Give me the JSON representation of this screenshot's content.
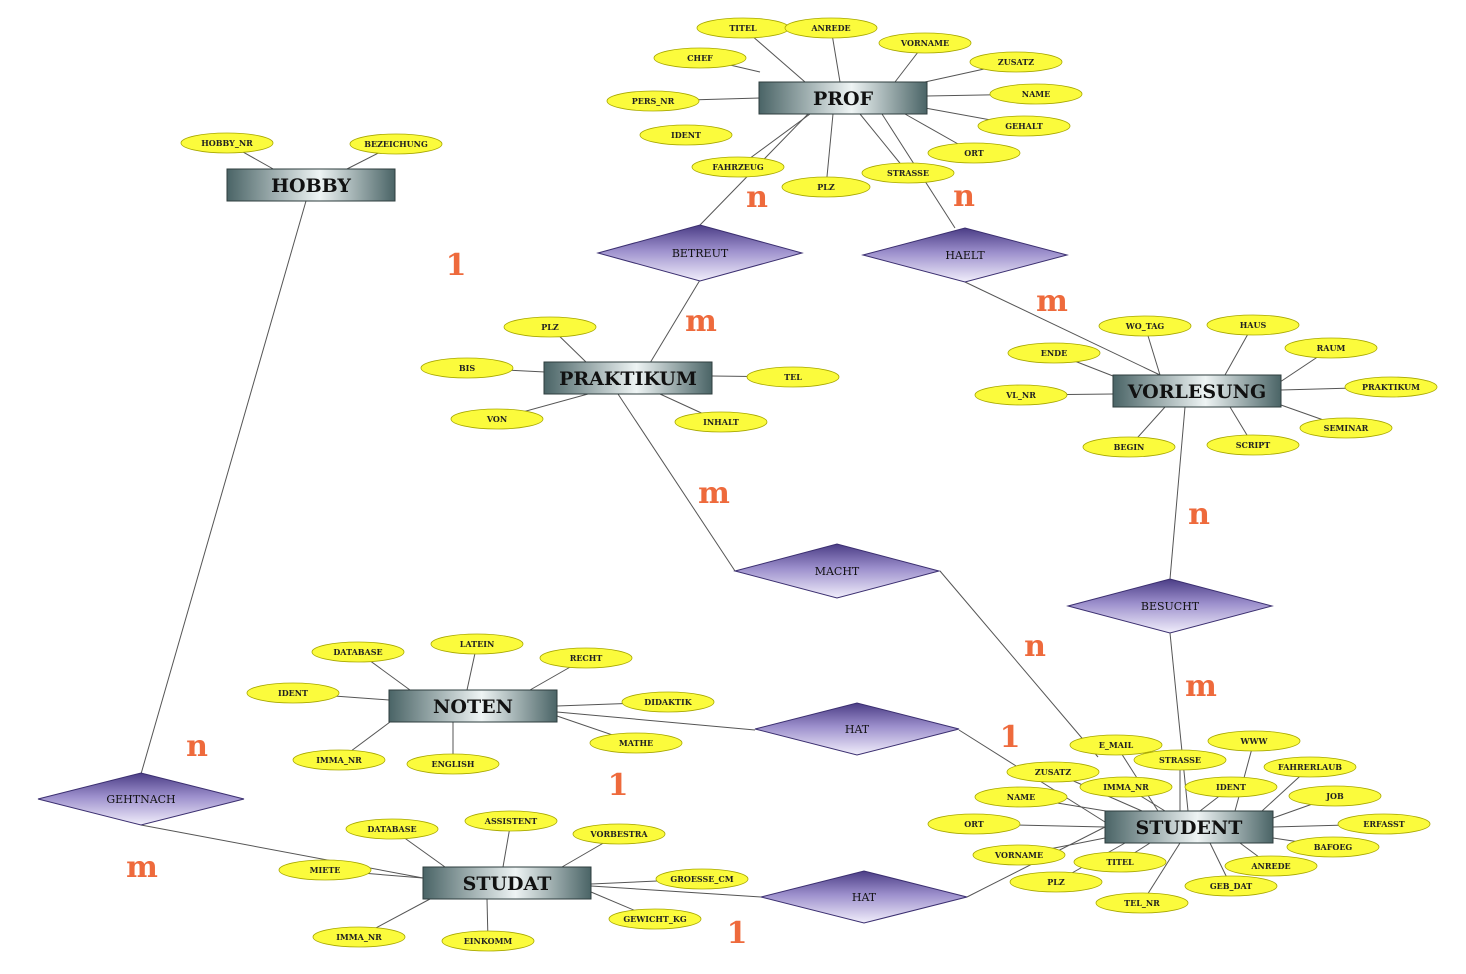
{
  "entities": {
    "prof": "PROF",
    "hobby": "HOBBY",
    "praktikum": "PRAKTIKUM",
    "vorlesung": "VORLESUNG",
    "noten": "NOTEN",
    "student": "STUDENT",
    "studat": "STUDAT"
  },
  "relationships": {
    "betreut": "BETREUT",
    "haelt": "HAELT",
    "macht": "MACHT",
    "besucht": "BESUCHT",
    "hat_noten": "HAT",
    "gehtnach": "GEHTNACH",
    "hat_studat": "HAT"
  },
  "attributes": {
    "prof": [
      "TITEL",
      "ANREDE",
      "VORNAME",
      "CHEF",
      "ZUSATZ",
      "PERS_NR",
      "NAME",
      "IDENT",
      "GEHALT",
      "ORT",
      "FAHRZEUG",
      "STRASSE",
      "PLZ"
    ],
    "hobby": [
      "HOBBY_NR",
      "BEZEICHUNG"
    ],
    "praktikum": [
      "PLZ",
      "BIS",
      "TEL",
      "VON",
      "INHALT"
    ],
    "vorlesung": [
      "WO_TAG",
      "HAUS",
      "ENDE",
      "RAUM",
      "PRAKTIKUM",
      "VL_NR",
      "SEMINAR",
      "BEGIN",
      "SCRIPT"
    ],
    "noten": [
      "LATEIN",
      "DATABASE",
      "RECHT",
      "IDENT",
      "DIDAKTIK",
      "MATHE",
      "IMMA_NR",
      "ENGLISH"
    ],
    "studat": [
      "ASSISTENT",
      "DATABASE",
      "VORBESTRA",
      "MIETE",
      "GROESSE_CM",
      "GEWICHT_KG",
      "IMMA_NR",
      "EINKOMM"
    ],
    "student": [
      "E_MAIL",
      "WWW",
      "STRASSE",
      "ZUSATZ",
      "FAHRERLAUB",
      "IMMA_NR",
      "IDENT",
      "NAME",
      "JOB",
      "ORT",
      "ERFASST",
      "VORNAME",
      "BAFOEG",
      "TITEL",
      "ANREDE",
      "PLZ",
      "GEB_DAT",
      "TEL_NR"
    ]
  },
  "cardinalities": {
    "prof_betreut": "n",
    "prof_haelt": "n",
    "hobby_side": "1",
    "betreut_praktikum": "m",
    "haelt_vorlesung": "m",
    "praktikum_macht": "m",
    "vorlesung_besucht": "n",
    "macht_student": "n",
    "besucht_student": "m",
    "hat_student": "1",
    "hobby_gehtnach": "n",
    "noten_hat": "1",
    "gehtnach_studat": "m",
    "studat_hat": "1"
  },
  "colors": {
    "attribute_fill": "#fbfb3c",
    "entity_fill_dark": "#4a6466",
    "entity_fill_light": "#eef4f4",
    "relationship_dark": "#4b3d86",
    "relationship_light": "#f1eefb",
    "cardinality": "#ee6a3c",
    "line": "#555555"
  }
}
